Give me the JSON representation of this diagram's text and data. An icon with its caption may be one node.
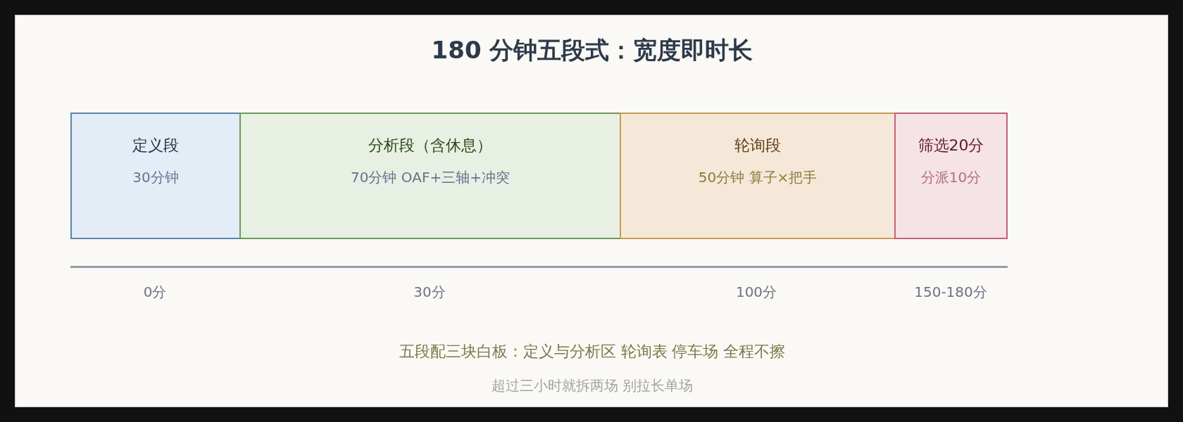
{
  "diagram": {
    "title": "180 分钟五段式：宽度即时长",
    "nodes": [
      {
        "text": [
          "定义段",
          "30分钟"
        ]
      },
      {
        "text": [
          "分析段（含休息）",
          "70分钟 OAF+三轴+冲突"
        ]
      },
      {
        "text": [
          "轮询段",
          "50分钟 算子×把手"
        ]
      },
      {
        "text": [
          "筛选20分",
          "分派10分"
        ]
      }
    ],
    "labels": [
      "0分",
      "30分",
      "100分",
      "150-180分",
      "五段配三块白板：定义与分析区 轮询表 停车场 全程不擦",
      "超过三小时就拆两场 别拉长单场"
    ]
  }
}
